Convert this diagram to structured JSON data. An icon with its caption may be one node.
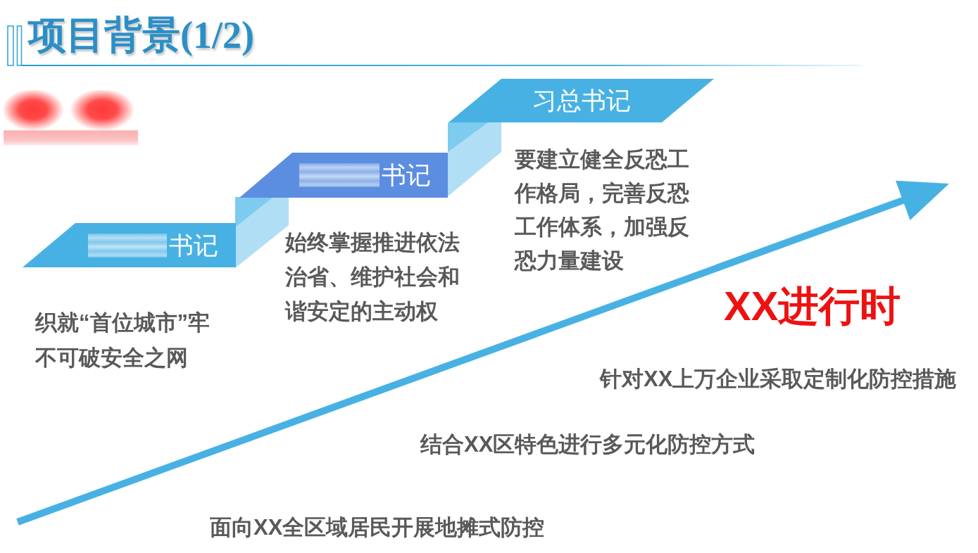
{
  "diagram": {
    "title": "项目背景(1/2)",
    "nodes": [
      {
        "text": [],
        "shape": "box"
      },
      {
        "text": [
          "书记"
        ],
        "beside": [
          "织就“首位城市”牢不可破安全之网"
        ]
      },
      {
        "text": [],
        "shape": "bar",
        "in": 1
      },
      {
        "text": [
          "书记"
        ],
        "beside": [
          "始终掌握推进依法治省、维护社会和谐安定的主动权"
        ]
      },
      {
        "text": [],
        "shape": "bar",
        "in": 3
      },
      {
        "text": [
          "习总书记"
        ],
        "beside": [
          "要建立健全反恐工作格局，完善反恐工作体系，加强反恐力量建设"
        ]
      }
    ],
    "labels": [
      "XX进行时",
      "针对XX上万企业采取定制化防控措施",
      "结合XX区特色进行多元化防控方式",
      "面向XX全区域居民开展地摊式防控"
    ]
  }
}
